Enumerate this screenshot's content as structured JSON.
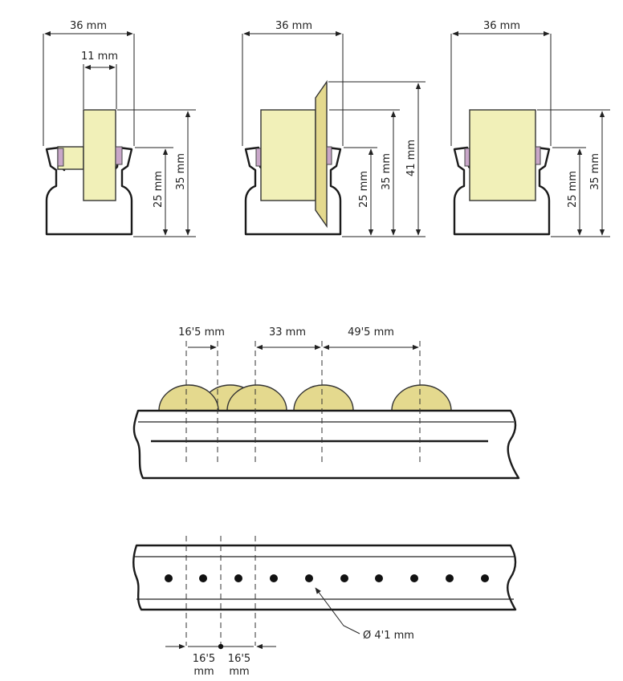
{
  "colors": {
    "roller_fill": "#f1f0b8",
    "roller_side": "#e4d98e",
    "axle": "#c9a7c9",
    "line": "#1a1a1a",
    "dim_green": "#6f8f4a",
    "dim_red": "#b3402f"
  },
  "views": {
    "narrow": {
      "width": "36 mm",
      "roller_width": "11 mm",
      "h1": "25 mm",
      "h2": "35 mm"
    },
    "flanged": {
      "width": "36 mm",
      "h1": "25 mm",
      "h2": "35 mm",
      "h3": "41 mm"
    },
    "wide": {
      "width": "36 mm",
      "h1": "25 mm",
      "h2": "35 mm"
    }
  },
  "side_view": {
    "spacings": [
      "16'5 mm",
      "33 mm",
      "49'5 mm"
    ]
  },
  "top_view": {
    "hole_label": "Ø 4'1 mm",
    "bottom_dims": [
      {
        "value": "16'5",
        "unit": "mm"
      },
      {
        "value": "16'5",
        "unit": "mm"
      }
    ]
  }
}
